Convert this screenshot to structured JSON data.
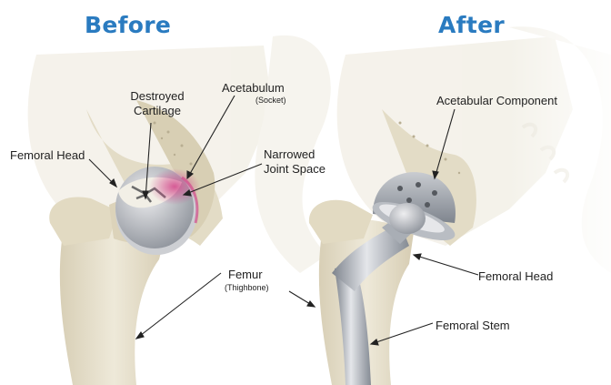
{
  "headings": {
    "before": "Before",
    "after": "After"
  },
  "labels": {
    "destroyed_cartilage_line1": "Destroyed",
    "destroyed_cartilage_line2": "Cartilage",
    "acetabulum": "Acetabulum",
    "acetabulum_sub": "(Socket)",
    "femoral_head_left": "Femoral Head",
    "narrowed_line1": "Narrowed",
    "narrowed_line2": "Joint Space",
    "femur": "Femur",
    "femur_sub": "(Thighbone)",
    "acetabular_component": "Acetabular Component",
    "femoral_head_right": "Femoral Head",
    "femoral_stem": "Femoral Stem"
  },
  "colors": {
    "heading": "#2a7bc0",
    "bone": "#e9e3cf",
    "bone_shadow": "#d9d1b8",
    "cartilage_damage": "#d24a8c",
    "implant_metal": "#9aa0a8"
  }
}
